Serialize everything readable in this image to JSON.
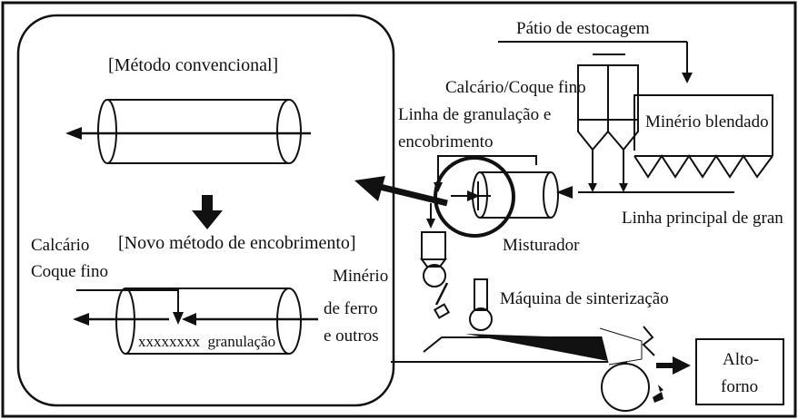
{
  "labels": {
    "storage_yard": "Pátio de estocagem",
    "limestone_coke": "Calcário/Coque fino",
    "granulation_line_1": "Linha de granulação e",
    "granulation_line_2": "encobrimento",
    "blended_ore": "Minério blendado",
    "main_line": "Linha principal de gran",
    "mixer": "Misturador",
    "sinter_machine": "Máquina de sinterização",
    "blast_furnace_1": "Alto-",
    "blast_furnace_2": "forno"
  },
  "inset": {
    "conventional_title": "[Método convencional]",
    "new_method_title": "[Novo método de encobrimento]",
    "limestone": "Calcário",
    "fine_coke": "Coque fino",
    "ore_1": "Minério",
    "ore_2": "de ferro",
    "ore_3": "e outros",
    "granulation_label": "xxxxxxxx  granulação"
  }
}
